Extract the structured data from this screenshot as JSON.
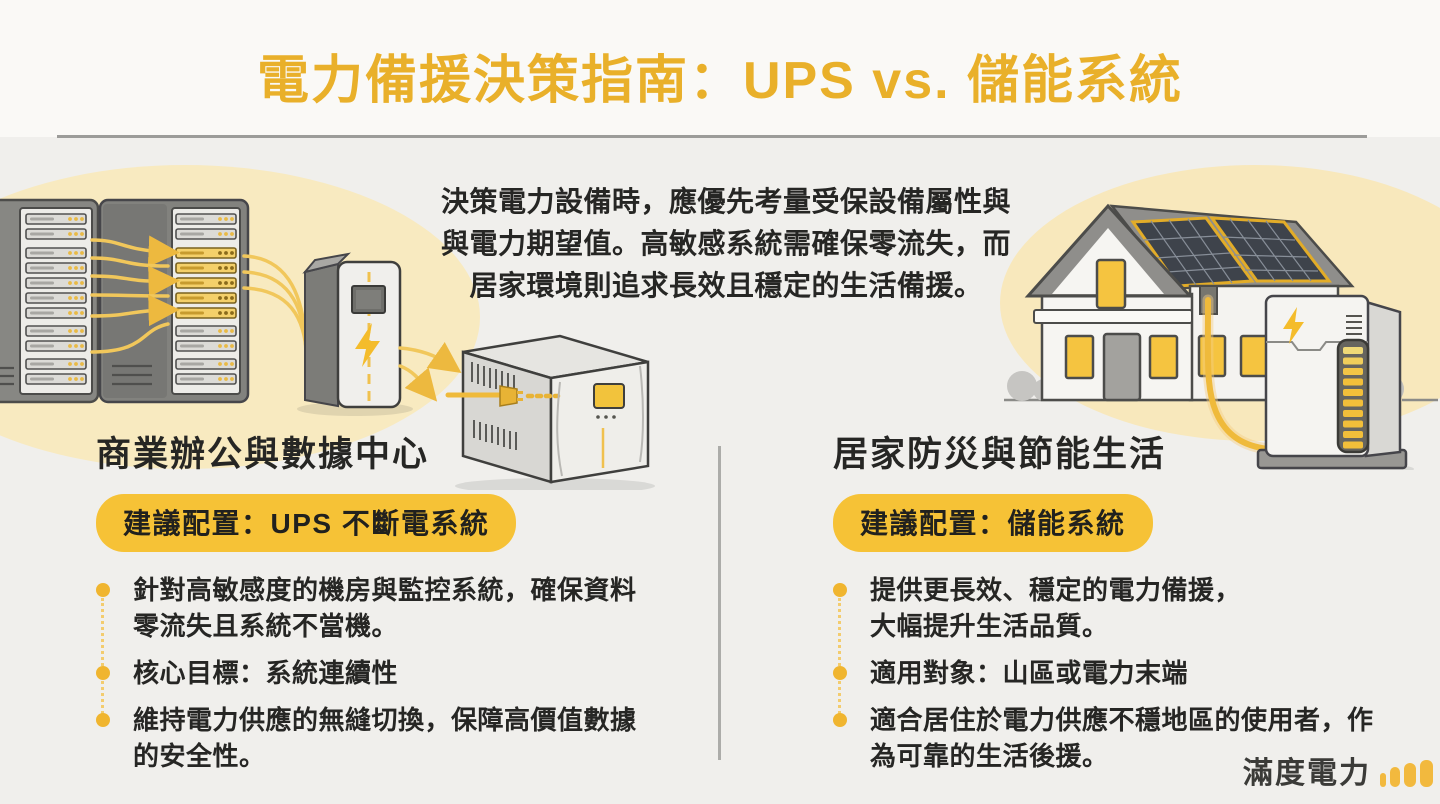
{
  "title": "電力備援決策指南：UPS vs. 儲能系統",
  "intro": "決策電力設備時，應優先考量受保設備屬性與\n與電力期望值。高敏感系統需確保零流失，而\n居家環境則追求長效且穩定的生活備援。",
  "left": {
    "heading": "商業辦公與數據中心",
    "badge": "建議配置：UPS 不斷電系統",
    "bullets": [
      "針對高敏感度的機房與監控系統，確保資料\n零流失且系統不當機。",
      "核心目標：系統連續性",
      "維持電力供應的無縫切換，保障高價值數據\n的安全性。"
    ]
  },
  "right": {
    "heading": "居家防災與節能生活",
    "badge": "建議配置：儲能系統",
    "bullets": [
      "提供更長效、穩定的電力備援，\n大幅提升生活品質。",
      "適用對象：山區或電力末端",
      "適合居住於電力供應不穩地區的使用者，作\n為可靠的生活後援。"
    ]
  },
  "brand": {
    "name": "滿度電力"
  },
  "colors": {
    "accent": "#E9B02A",
    "badge_bg": "#F6C236",
    "text_dark": "#262624",
    "cable": "#F1C75B",
    "blob": "#F8EAC0"
  }
}
